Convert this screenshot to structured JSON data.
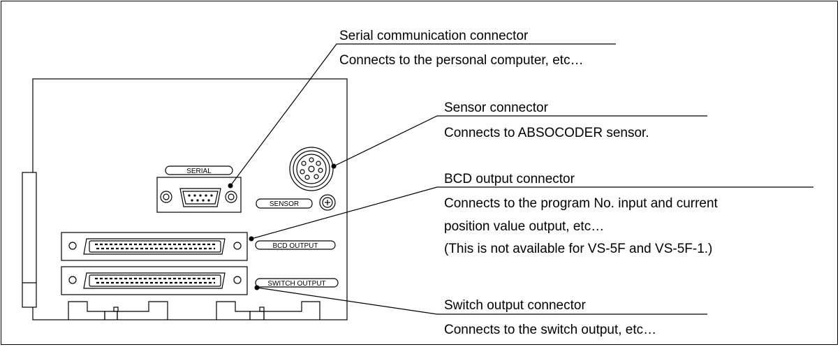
{
  "panel_labels": {
    "serial": "SERIAL",
    "sensor": "SENSOR",
    "bcd": "BCD OUTPUT",
    "switch": "SWITCH OUTPUT"
  },
  "callouts": {
    "serial": {
      "title": "Serial communication connector",
      "desc": "Connects to the personal computer, etc…"
    },
    "sensor": {
      "title": "Sensor connector",
      "desc": "Connects to ABSOCODER sensor."
    },
    "bcd": {
      "title": "BCD output connector",
      "desc_line1": "Connects to the program No. input and current",
      "desc_line2": "position value output, etc…",
      "note": "(This is not available for VS-5F and VS-5F-1.)"
    },
    "switch": {
      "title": "Switch output connector",
      "desc": "Connects to the switch output, etc…"
    }
  }
}
